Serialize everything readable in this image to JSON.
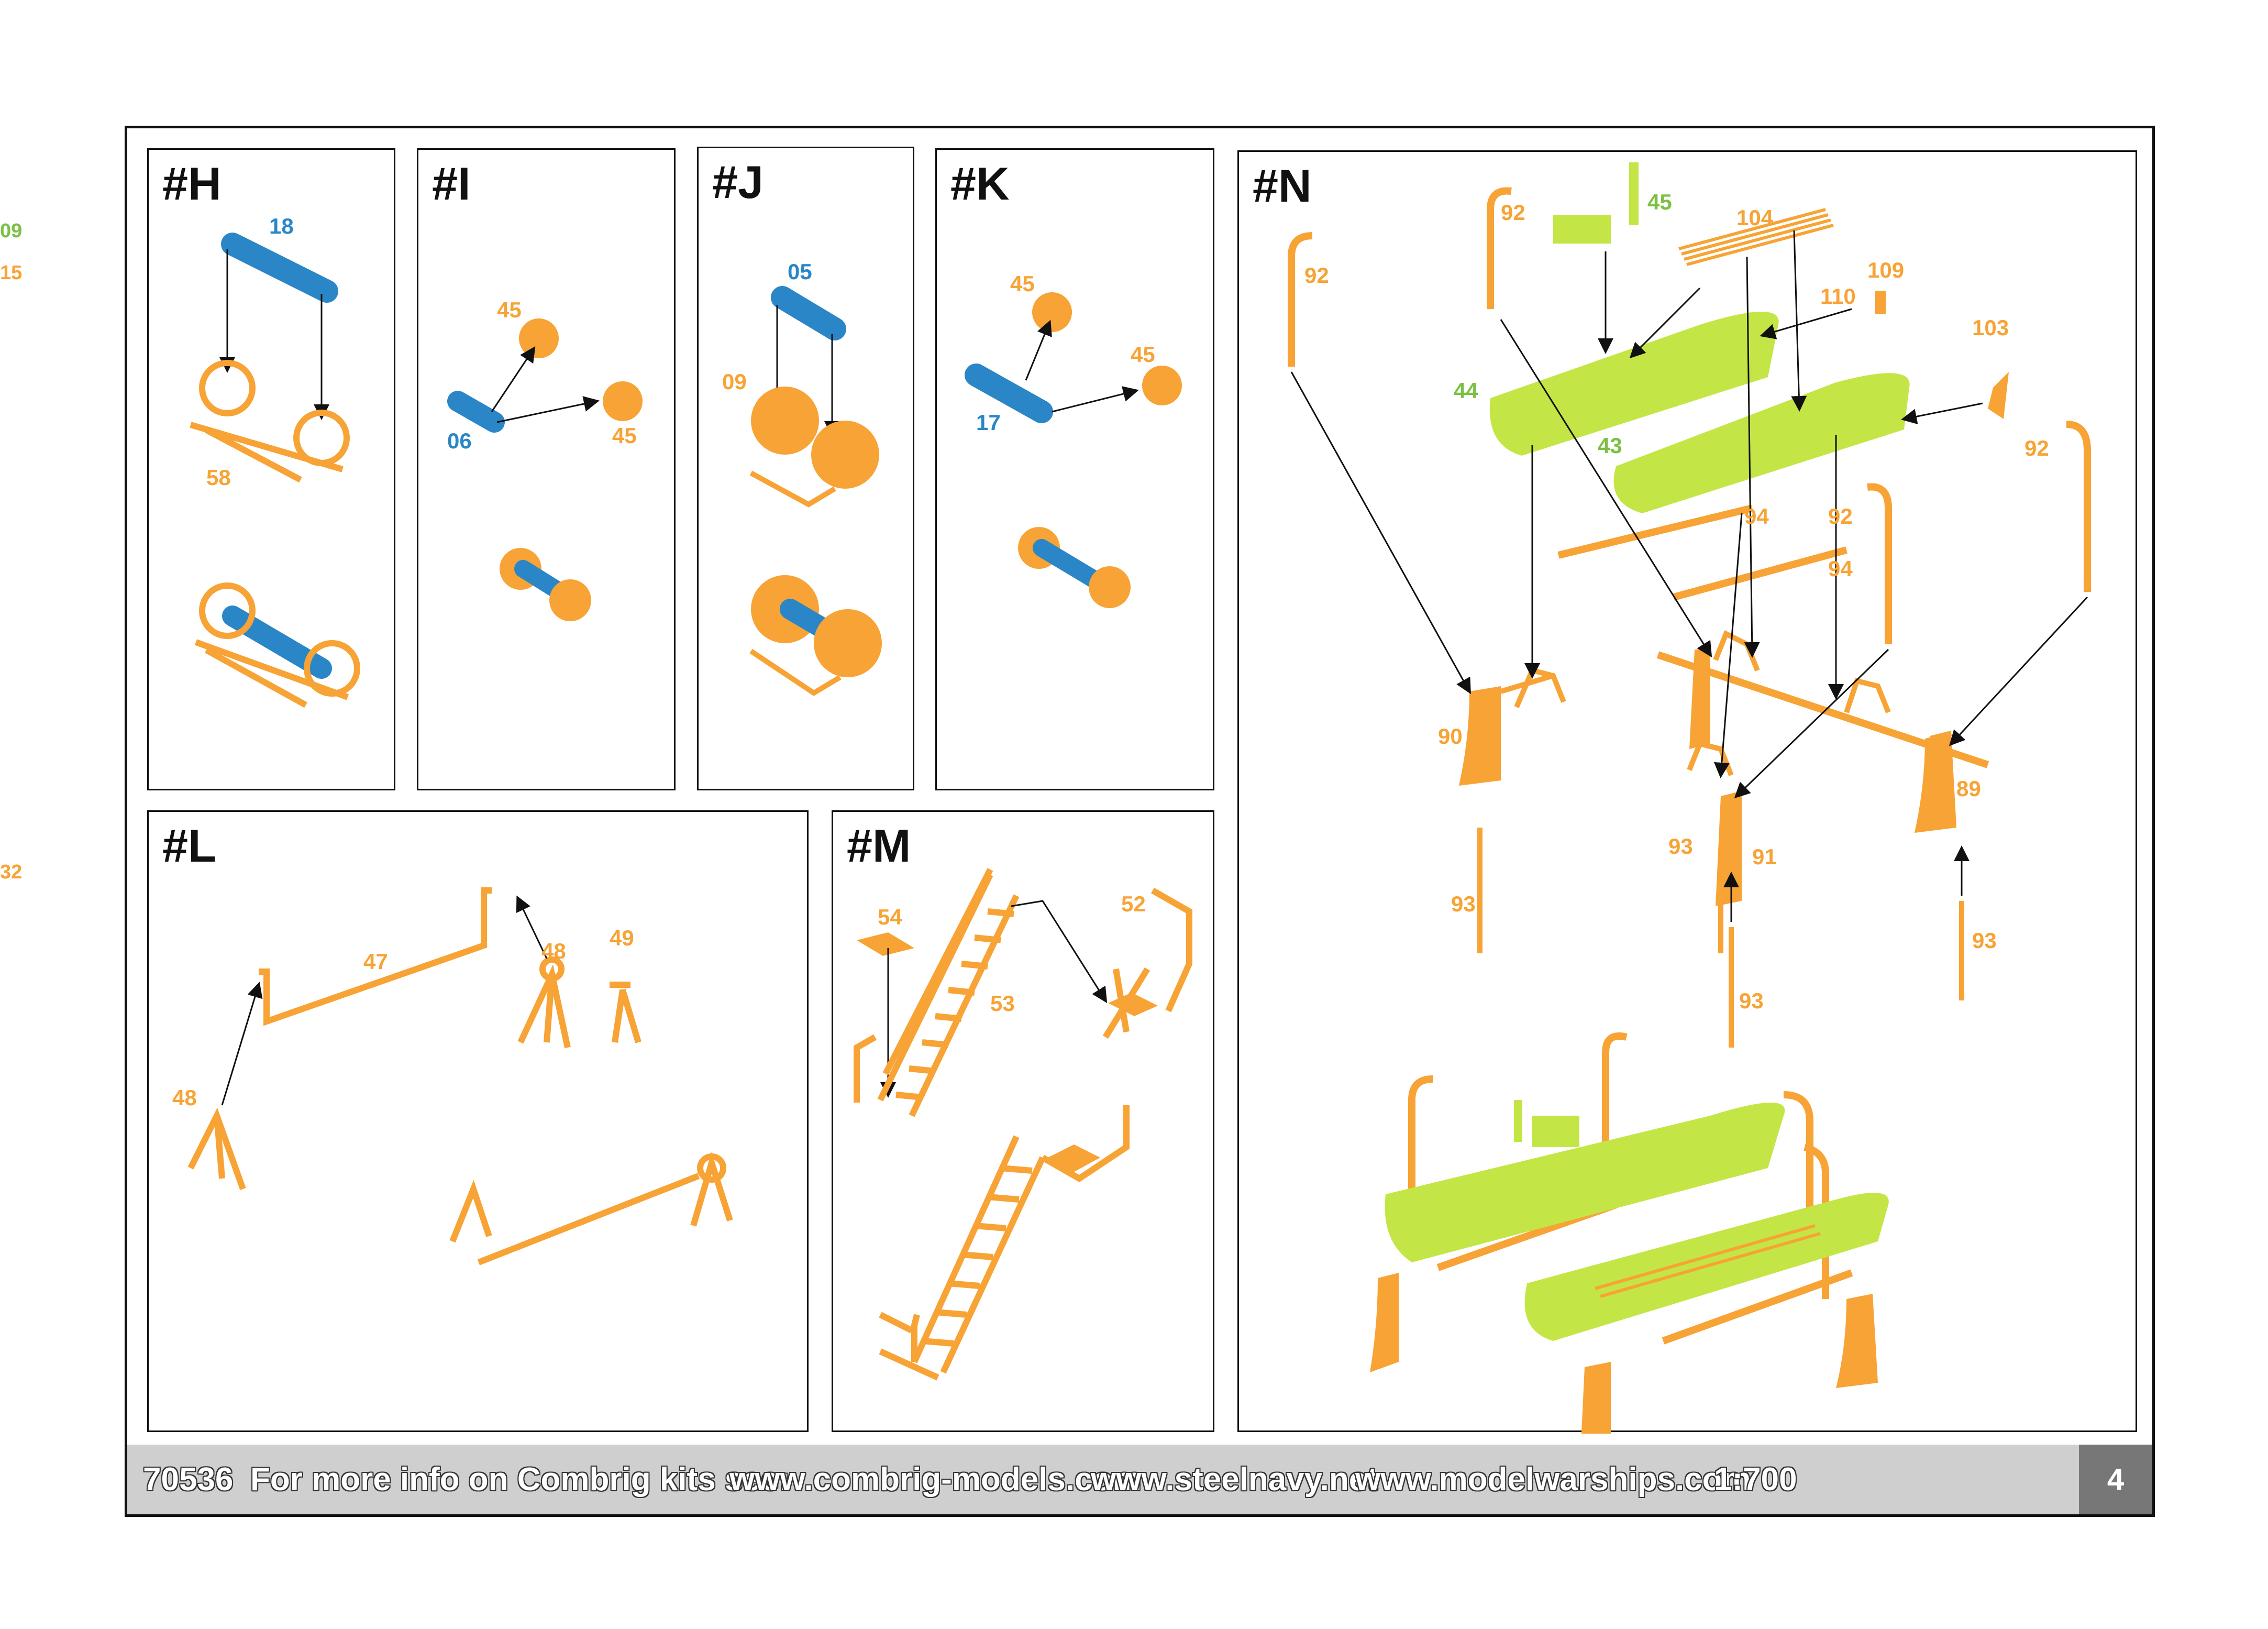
{
  "colors": {
    "orange": "#f7a335",
    "blue": "#2a86c7",
    "green": "#c3e646",
    "green_label": "#7bc043",
    "arrow": "#111111"
  },
  "margin_labels": [
    "09",
    "15",
    "32"
  ],
  "panels": {
    "H": {
      "title": "#H",
      "labels": [
        "18",
        "58"
      ]
    },
    "I": {
      "title": "#I",
      "labels": [
        "45",
        "06",
        "45"
      ]
    },
    "J": {
      "title": "#J",
      "labels": [
        "05",
        "09"
      ]
    },
    "K": {
      "title": "#K",
      "labels": [
        "45",
        "45",
        "17"
      ]
    },
    "L": {
      "title": "#L",
      "labels": [
        "47",
        "48",
        "49",
        "48"
      ]
    },
    "M": {
      "title": "#M",
      "labels": [
        "54",
        "52",
        "53"
      ]
    },
    "N": {
      "title": "#N",
      "labels": [
        "92",
        "92",
        "45",
        "104",
        "109",
        "110",
        "103",
        "44",
        "43",
        "92",
        "94",
        "92",
        "94",
        "90",
        "89",
        "93",
        "91",
        "93",
        "93",
        "93"
      ]
    }
  },
  "footer": {
    "kit_number": "70536",
    "info_text": "For more info on Combrig kits see:",
    "link1": "www.combrig-models.com",
    "link2": "www.steelnavy.net",
    "link3": "www.modelwarships.com",
    "scale": "1:700",
    "page_number": "4"
  }
}
